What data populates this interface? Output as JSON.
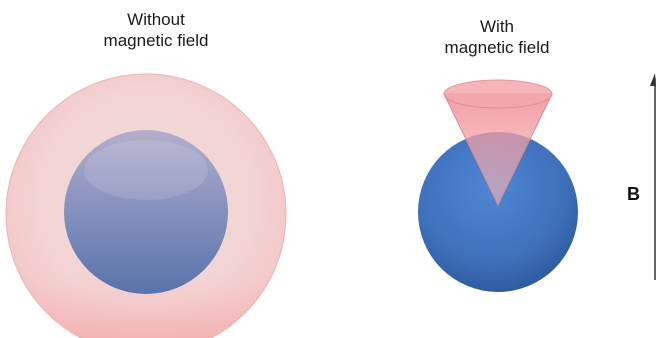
{
  "left_panel": {
    "caption_line1": "Without",
    "caption_line2": "magnetic field"
  },
  "right_panel": {
    "caption_line1": "With",
    "caption_line2": "magnetic field"
  },
  "field_label": "B",
  "colors": {
    "outer_halo": "#f4c9c9",
    "halo_bottom": "#f6a8a8",
    "inner_sphere_top": "#a9a6c9",
    "inner_sphere_bottom": "#5f78ad",
    "blue_sphere": "#4577c2",
    "cone_fill": "#f3a4a8",
    "arrow": "#333333"
  }
}
